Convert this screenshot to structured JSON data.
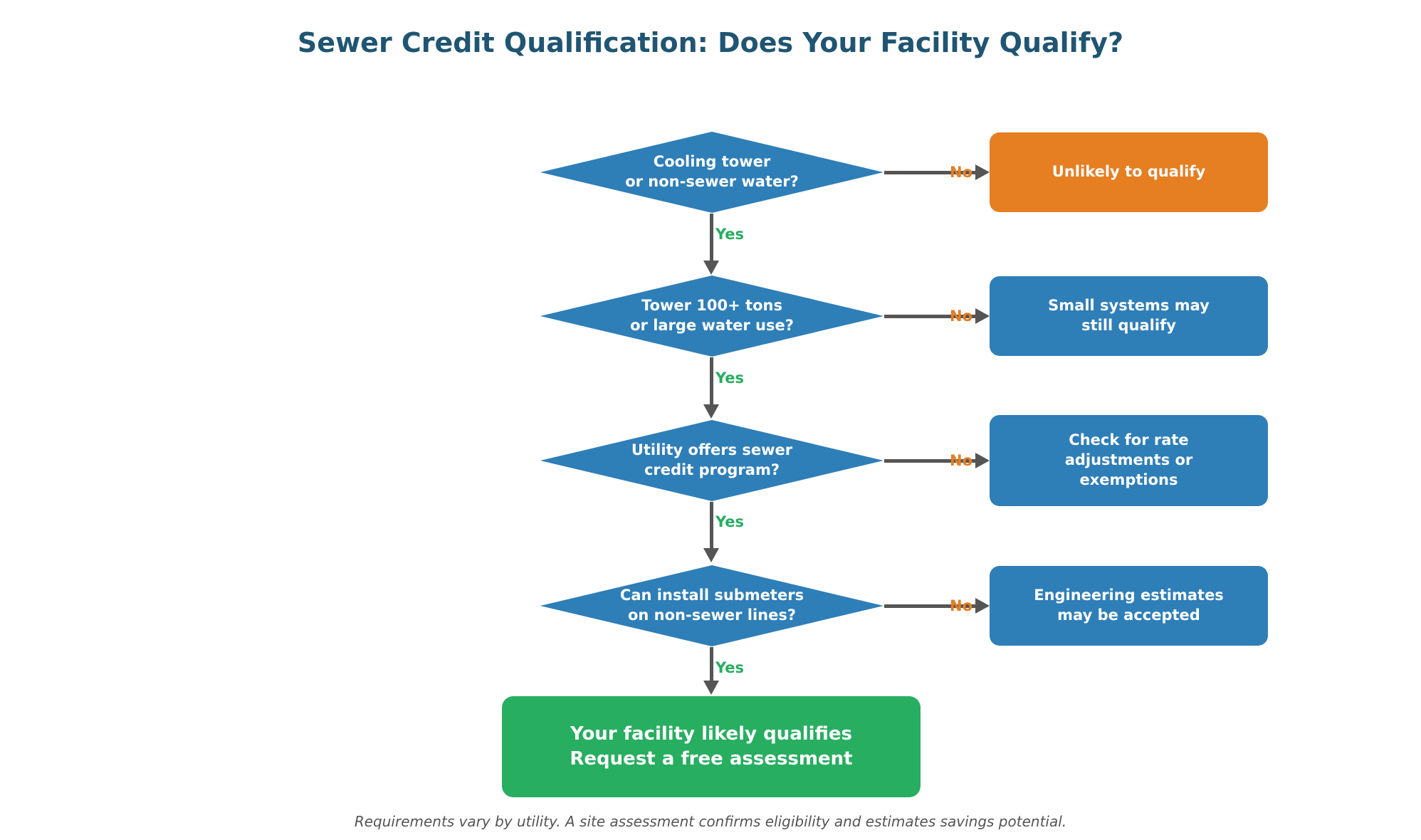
{
  "title": "Sewer Credit Qualification: Does Your Facility Qualify?",
  "colors": {
    "node_blue": "#2E7EB8",
    "outcome_orange": "#E67E22",
    "final_green": "#27AE60",
    "yes_green": "#27AE60",
    "no_orange": "#E67E22",
    "arrow_gray": "#555555",
    "title_blue": "#1F5573",
    "footer_gray": "#555555",
    "text_white": "#ffffff"
  },
  "flow": {
    "yes_label": "Yes",
    "no_label": "No",
    "steps": [
      {
        "question": "Cooling tower\nor non-sewer water?",
        "outcome": "Unlikely to qualify",
        "outcome_color": "#E67E22"
      },
      {
        "question": "Tower 100+ tons\nor large water use?",
        "outcome": "Small systems may\nstill qualify",
        "outcome_color": "#2E7EB8"
      },
      {
        "question": "Utility offers sewer\ncredit program?",
        "outcome": "Check for rate\nadjustments or\nexemptions",
        "outcome_color": "#2E7EB8"
      },
      {
        "question": "Can install submeters\non non-sewer lines?",
        "outcome": "Engineering estimates\nmay be accepted",
        "outcome_color": "#2E7EB8"
      }
    ],
    "final": "Your facility likely qualifies\nRequest a free assessment"
  },
  "footer": "Requirements vary by utility. A site assessment confirms eligibility and estimates savings potential."
}
